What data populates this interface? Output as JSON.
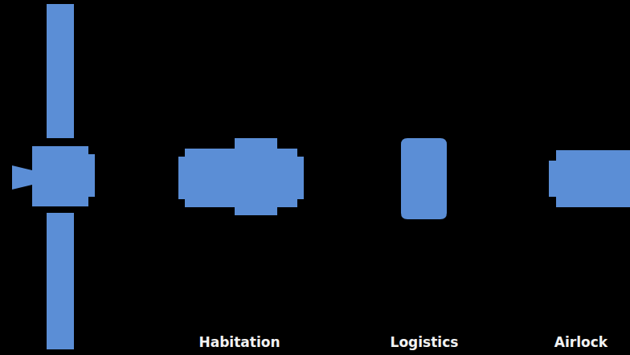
{
  "diagram": {
    "nodes": [
      {
        "text": [
          "Habitation"
        ]
      },
      {
        "text": [
          "Logistics"
        ]
      },
      {
        "text": [
          "Airlock"
        ]
      }
    ]
  }
}
